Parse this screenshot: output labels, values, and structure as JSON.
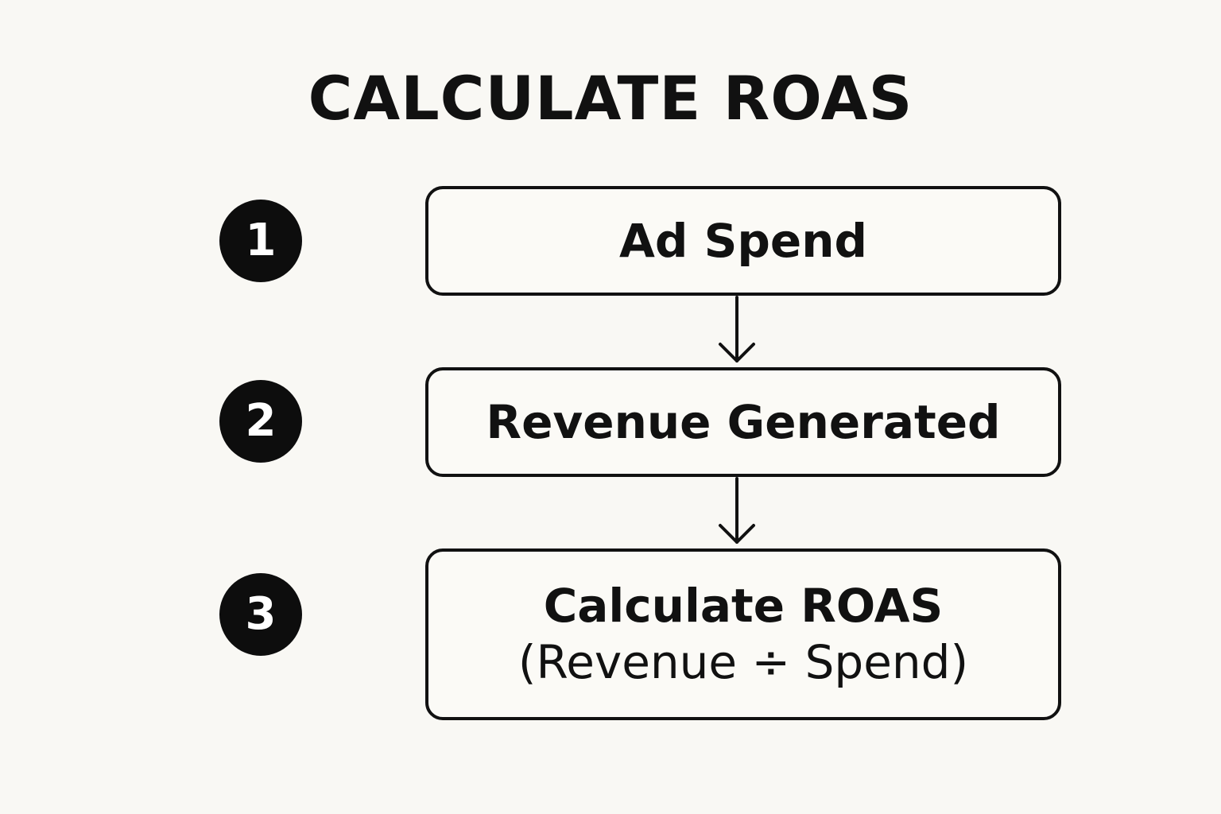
{
  "title": "CALCULATE ROAS",
  "steps": [
    {
      "number": "1",
      "label": "Ad Spend"
    },
    {
      "number": "2",
      "label": "Revenue Generated"
    },
    {
      "number": "3",
      "label": "Calculate ROAS",
      "sublabel": "(Revenue ÷ Spend)"
    }
  ],
  "colors": {
    "background": "#f9f8f4",
    "ink": "#111111",
    "badge_text": "#ffffff"
  }
}
